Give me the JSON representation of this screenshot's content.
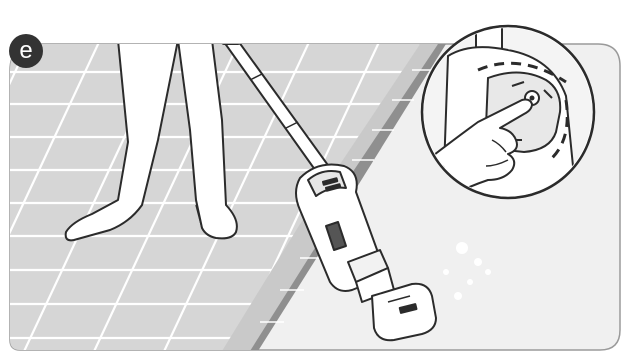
{
  "step": {
    "label": "e"
  },
  "colors": {
    "panel": "#f0f0f0",
    "deck": "#d8d8d8",
    "grout": "#ffffff",
    "coping": "#8f8f8f",
    "coping_light": "#c9c9c9",
    "outline": "#2b2b2b",
    "badge": "#333333",
    "device": "#ffffff",
    "bubbles": "#ffffff"
  },
  "icons": [
    "person-legs",
    "telescopic-pole",
    "handheld-pool-vacuum",
    "finger-pressing-button",
    "magnified-detail-circle",
    "bubbles"
  ]
}
